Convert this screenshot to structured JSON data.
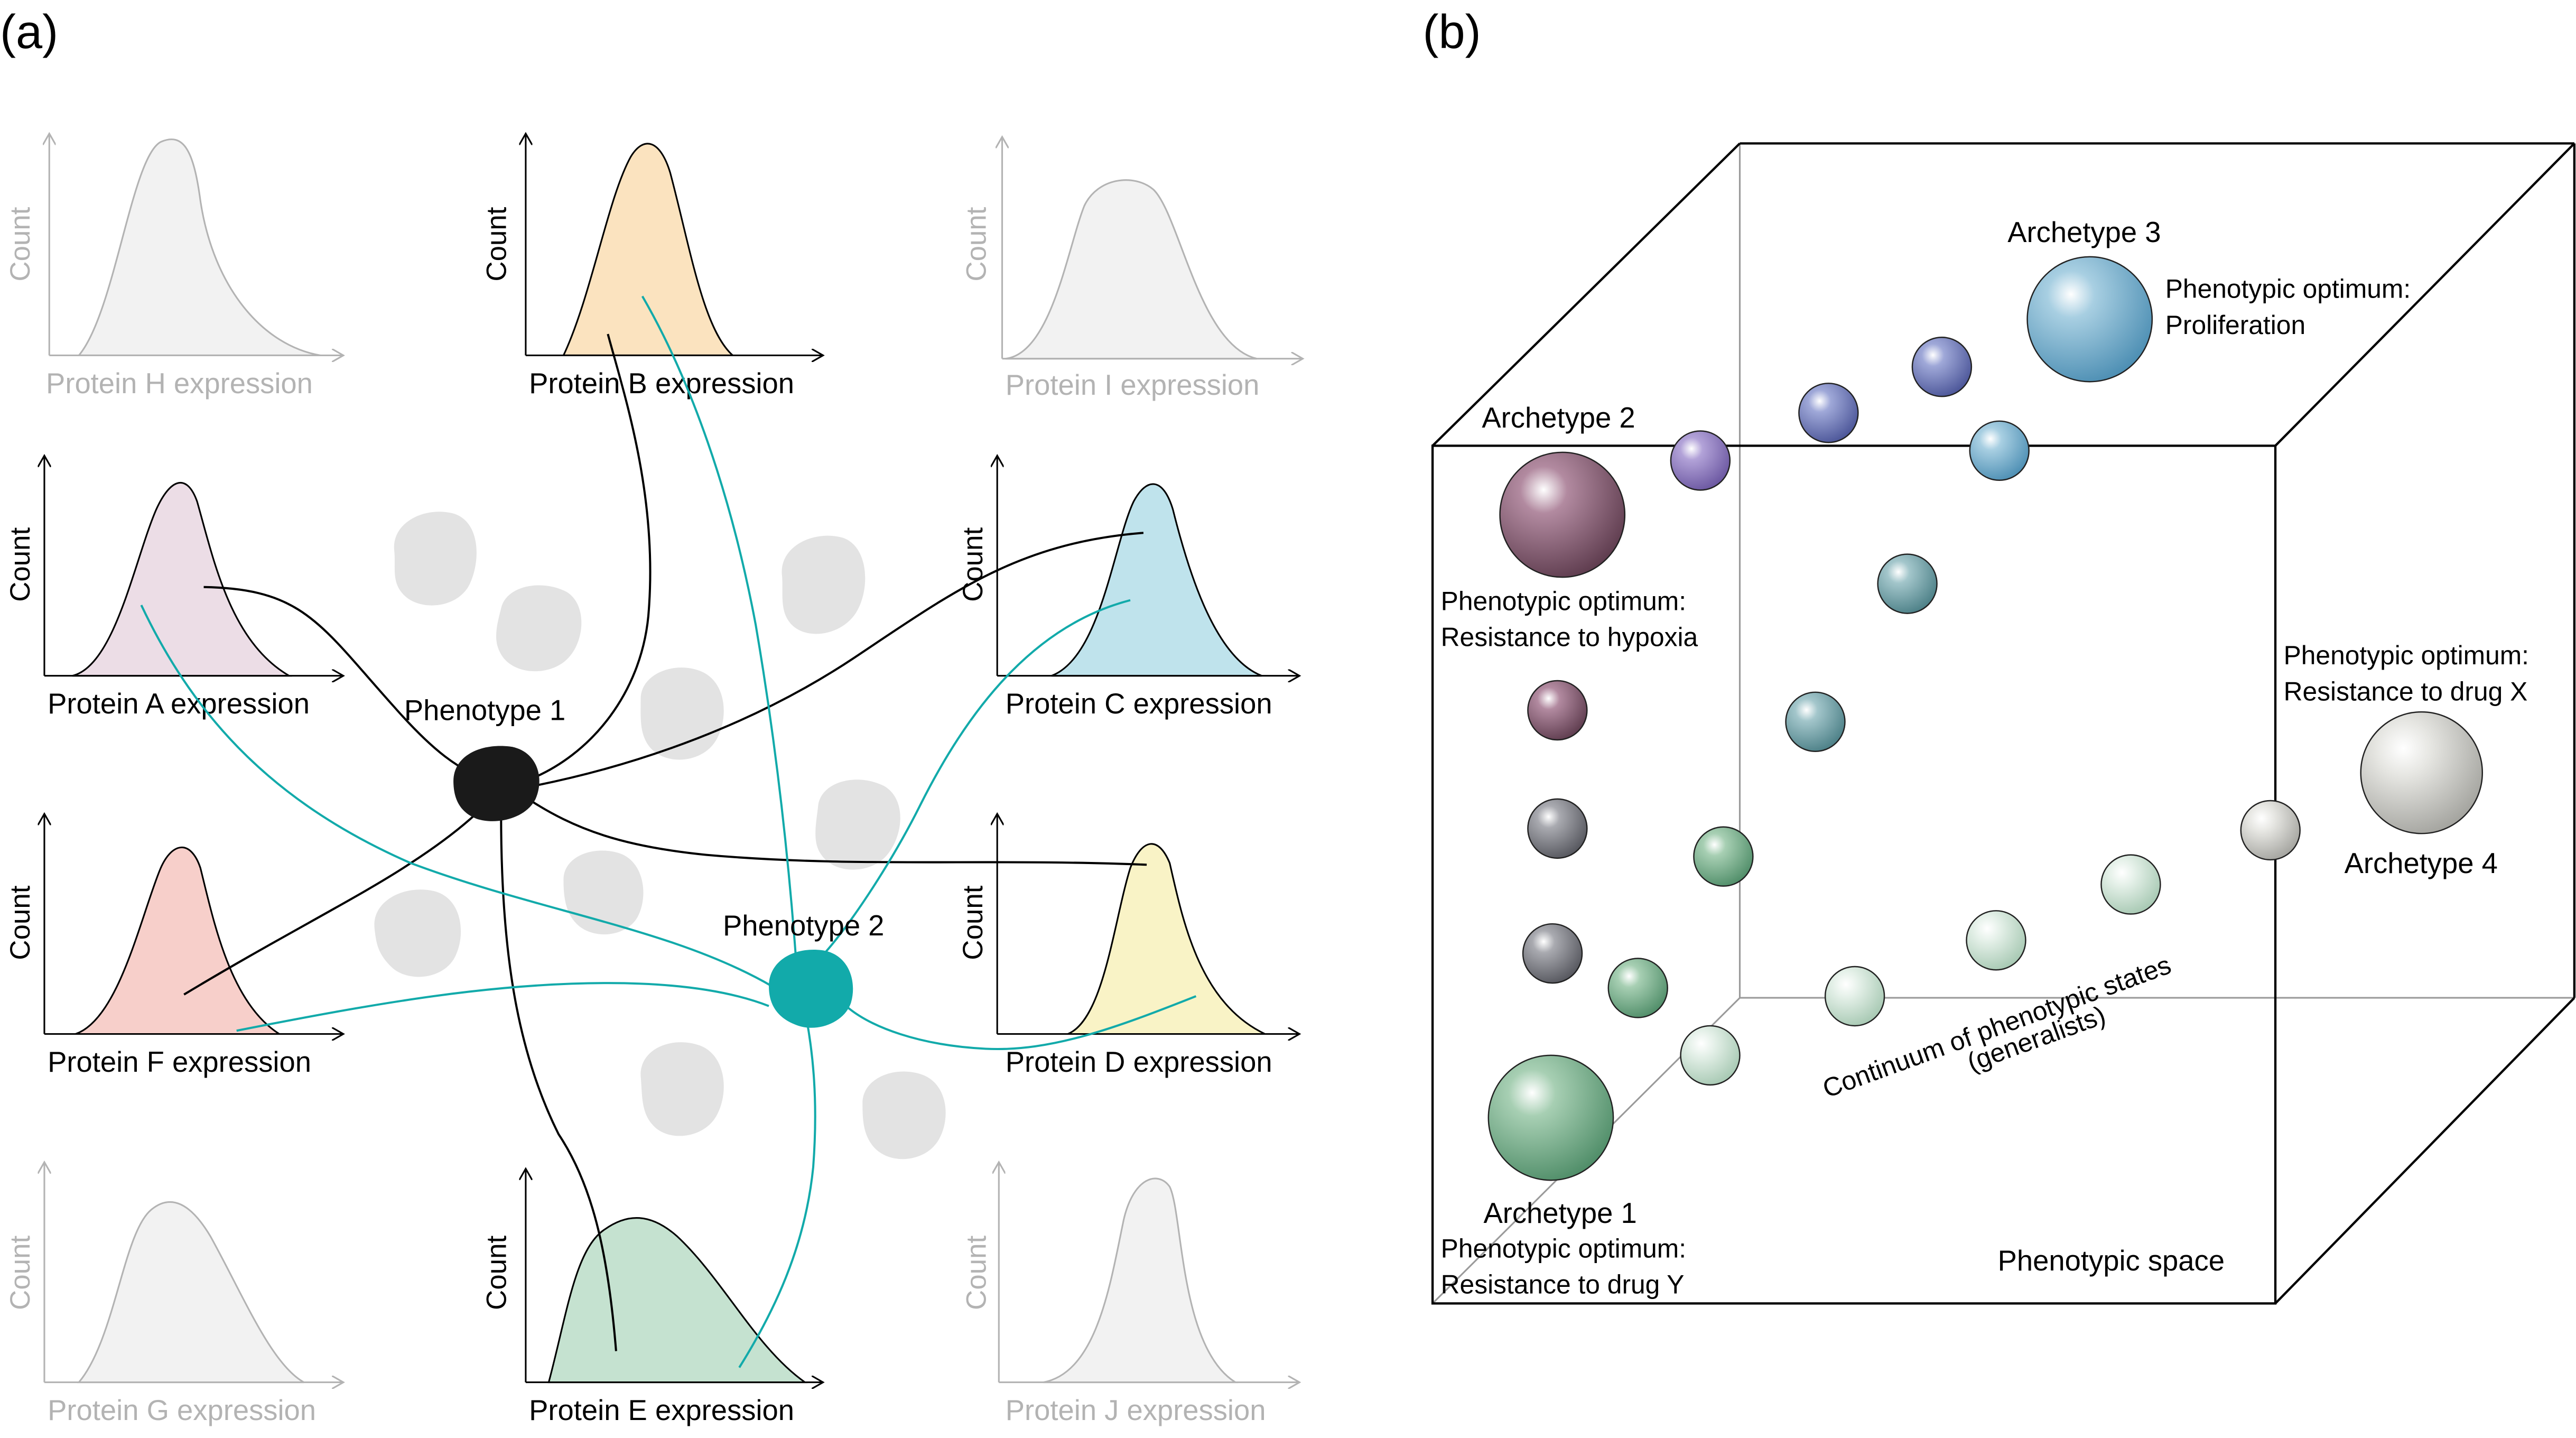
{
  "panels": {
    "a": "(a)",
    "b": "(b)"
  },
  "panel_a": {
    "count_label": "Count",
    "histograms": {
      "h": {
        "label": "Protein H expression",
        "color": "#f2f2f2"
      },
      "b": {
        "label": "Protein B expression",
        "color": "#fbe3bf"
      },
      "i": {
        "label": "Protein I expression",
        "color": "#f2f2f2"
      },
      "a": {
        "label": "Protein A expression",
        "color": "#ecdde6"
      },
      "c": {
        "label": "Protein C expression",
        "color": "#bfe3ec"
      },
      "f": {
        "label": "Protein F expression",
        "color": "#f7cfca"
      },
      "d": {
        "label": "Protein D expression",
        "color": "#f9f3c6"
      },
      "g": {
        "label": "Protein G expression",
        "color": "#f2f2f2"
      },
      "e": {
        "label": "Protein E expression",
        "color": "#c5e2d0"
      },
      "j": {
        "label": "Protein J expression",
        "color": "#f2f2f2"
      }
    },
    "phenotype1": {
      "label": "Phenotype 1",
      "color": "#1a1a1a"
    },
    "phenotype2": {
      "label": "Phenotype 2",
      "color": "#12aaaa"
    }
  },
  "panel_b": {
    "space_label": "Phenotypic space",
    "continuum_line1": "Continuum of phenotypic states",
    "continuum_line2": "(generalists)",
    "archetype1": {
      "name": "Archetype 1",
      "opt1": "Phenotypic optimum:",
      "opt2": "Resistance to drug Y",
      "color": "#5fa27a"
    },
    "archetype2": {
      "name": "Archetype 2",
      "opt1": "Phenotypic optimum:",
      "opt2": "Resistance to hypoxia",
      "color": "#7e4f68"
    },
    "archetype3": {
      "name": "Archetype 3",
      "opt1": "Phenotypic optimum:",
      "opt2": "Proliferation",
      "color": "#5a9ec3"
    },
    "archetype4": {
      "name": "Archetype 4",
      "opt1": "Phenotypic optimum:",
      "opt2": "Resistance to drug X",
      "color": "#bdbdb8"
    }
  }
}
